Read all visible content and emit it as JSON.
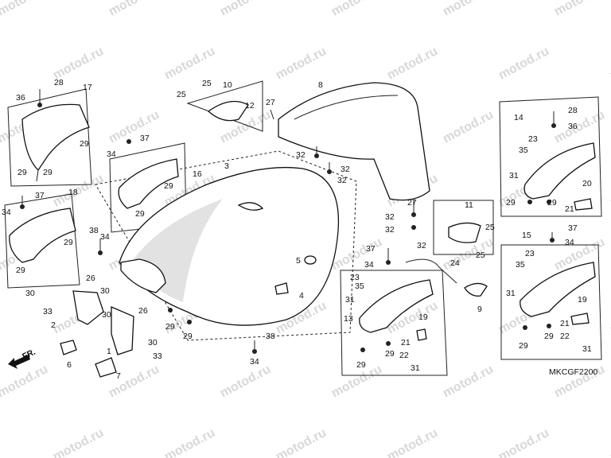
{
  "watermark": "motod.ru",
  "diagram_code": "MKCGF2200",
  "front_arrow": "FR.",
  "callouts": {
    "c1": "1",
    "c2": "2",
    "c3": "3",
    "c4": "4",
    "c5": "5",
    "c6": "6",
    "c7": "7",
    "c8": "8",
    "c9": "9",
    "c10": "10",
    "c11": "11",
    "c12": "12",
    "c13": "13",
    "c14": "14",
    "c15": "15",
    "c16": "16",
    "c17": "17",
    "c18": "18",
    "c19": "19",
    "c20": "20",
    "c21": "21",
    "c22": "22",
    "c23": "23",
    "c24": "24",
    "c25": "25",
    "c26": "26",
    "c27": "27",
    "c28": "28",
    "c29": "29",
    "c30": "30",
    "c31": "31",
    "c32": "32",
    "c33": "33",
    "c34": "34",
    "c35": "35",
    "c36": "36",
    "c37": "37",
    "c38": "38"
  }
}
